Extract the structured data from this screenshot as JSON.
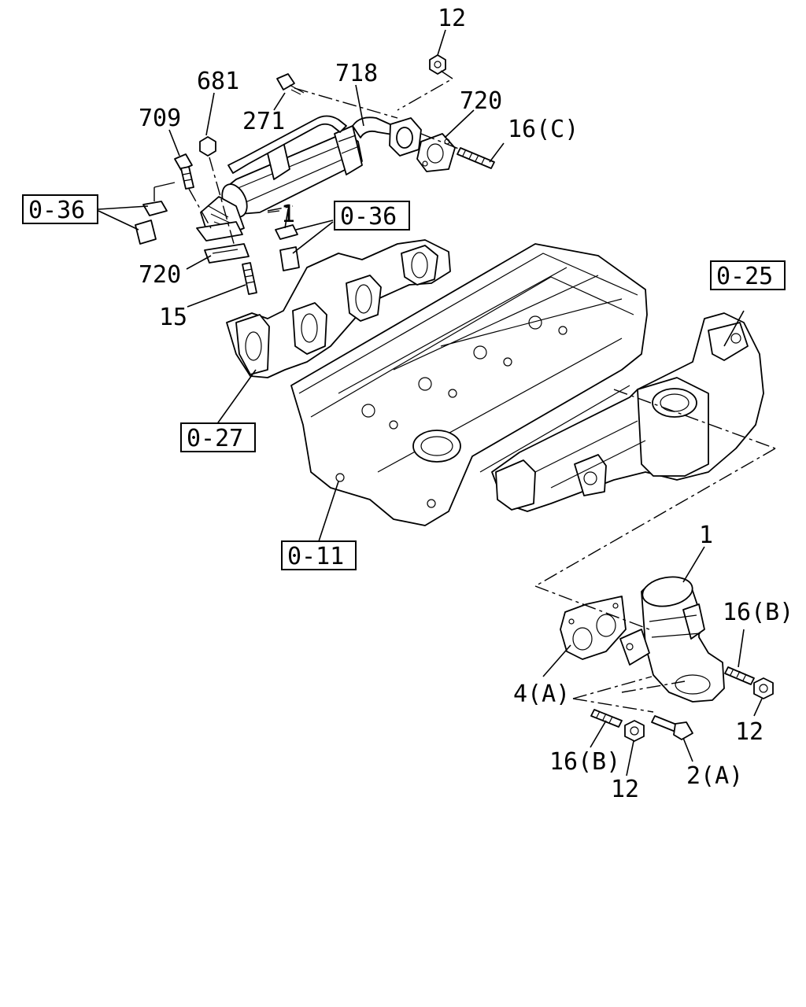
{
  "diagram": {
    "part_labels": {
      "p12_top": "12",
      "p681": "681",
      "p718": "718",
      "p709": "709",
      "p271": "271",
      "p720_top": "720",
      "p16c": "16(C)",
      "p1_small": "1",
      "p720_left": "720",
      "p15": "15",
      "p1_valve": "1",
      "p16b_right": "16(B)",
      "p4a": "4(A)",
      "p12_right": "12",
      "p16b_bottom": "16(B)",
      "p12_bottom": "12",
      "p2a": "2(A)"
    },
    "ref_boxes": {
      "r036_left": "0-36",
      "r036_mid": "0-36",
      "r025": "0-25",
      "r027": "0-27",
      "r011": "0-11"
    }
  }
}
